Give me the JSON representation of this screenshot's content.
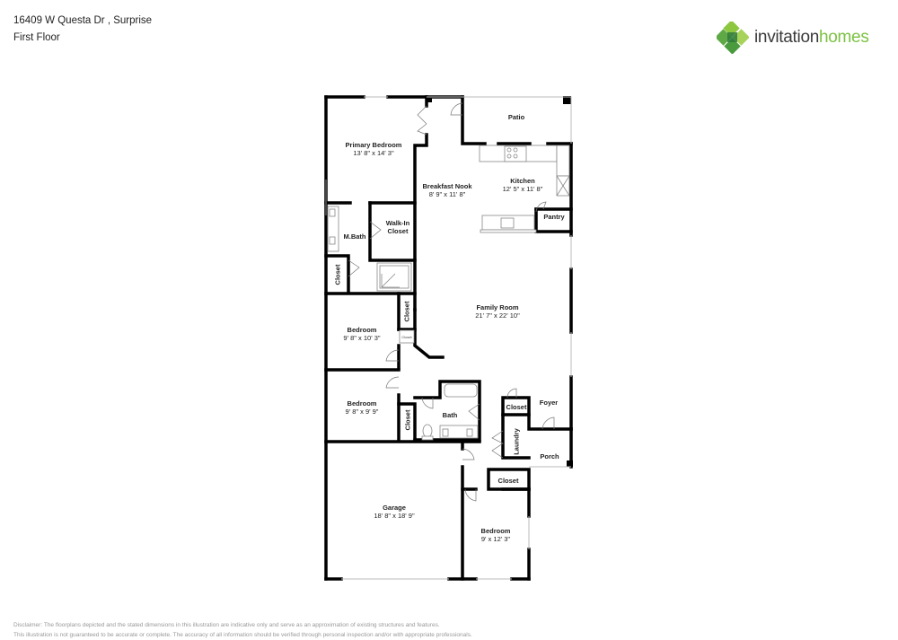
{
  "header": {
    "address": "16409 W Questa Dr , Surprise",
    "floor": "First Floor"
  },
  "logo": {
    "word1": "invitation",
    "word2": "homes",
    "icon": "green-diamond-cluster-icon",
    "colors": {
      "primary_green": "#7cc243",
      "dark_green": "#3f9142",
      "text_dark": "#3a3a3a"
    }
  },
  "rooms": {
    "primary_bedroom": {
      "name": "Primary Bedroom",
      "dims": "13' 8\" x 14' 3\""
    },
    "breakfast_nook": {
      "name": "Breakfast Nook",
      "dims": "8' 9\" x 11' 8\""
    },
    "patio": {
      "name": "Patio"
    },
    "kitchen": {
      "name": "Kitchen",
      "dims": "12' 5\" x 11' 8\""
    },
    "pantry": {
      "name": "Pantry"
    },
    "walk_in_closet": {
      "name": "Walk-In",
      "name2": "Closet"
    },
    "m_bath": {
      "name": "M.Bath"
    },
    "closet_mbath": {
      "name": "Closet"
    },
    "family_room": {
      "name": "Family Room",
      "dims": "21' 7\" x 22' 10\""
    },
    "bedroom_2": {
      "name": "Bedroom",
      "dims": "9' 8\" x 10' 3\""
    },
    "closet_bed2": {
      "name": "Closet"
    },
    "closet_small": {
      "name": "Closet"
    },
    "bedroom_3": {
      "name": "Bedroom",
      "dims": "9' 8\" x 9' 9\""
    },
    "closet_bed3": {
      "name": "Closet"
    },
    "bath": {
      "name": "Bath"
    },
    "closet_foyer": {
      "name": "Closet"
    },
    "foyer": {
      "name": "Foyer"
    },
    "laundry": {
      "name": "Laundry"
    },
    "porch": {
      "name": "Porch"
    },
    "closet_bed4": {
      "name": "Closet"
    },
    "garage": {
      "name": "Garage",
      "dims": "18' 8\" x 18' 9\""
    },
    "bedroom_4": {
      "name": "Bedroom",
      "dims": "9' x 12' 3\""
    }
  },
  "disclaimer": {
    "line1": "Disclaimer: The floorplans depicted and the stated dimensions in this illustration are indicative only and serve as an approximation of existing structures and features.",
    "line2": "This illustration is not guaranteed to be accurate or complete. The accuracy of all information should be verified through personal inspection and/or with appropriate professionals."
  }
}
